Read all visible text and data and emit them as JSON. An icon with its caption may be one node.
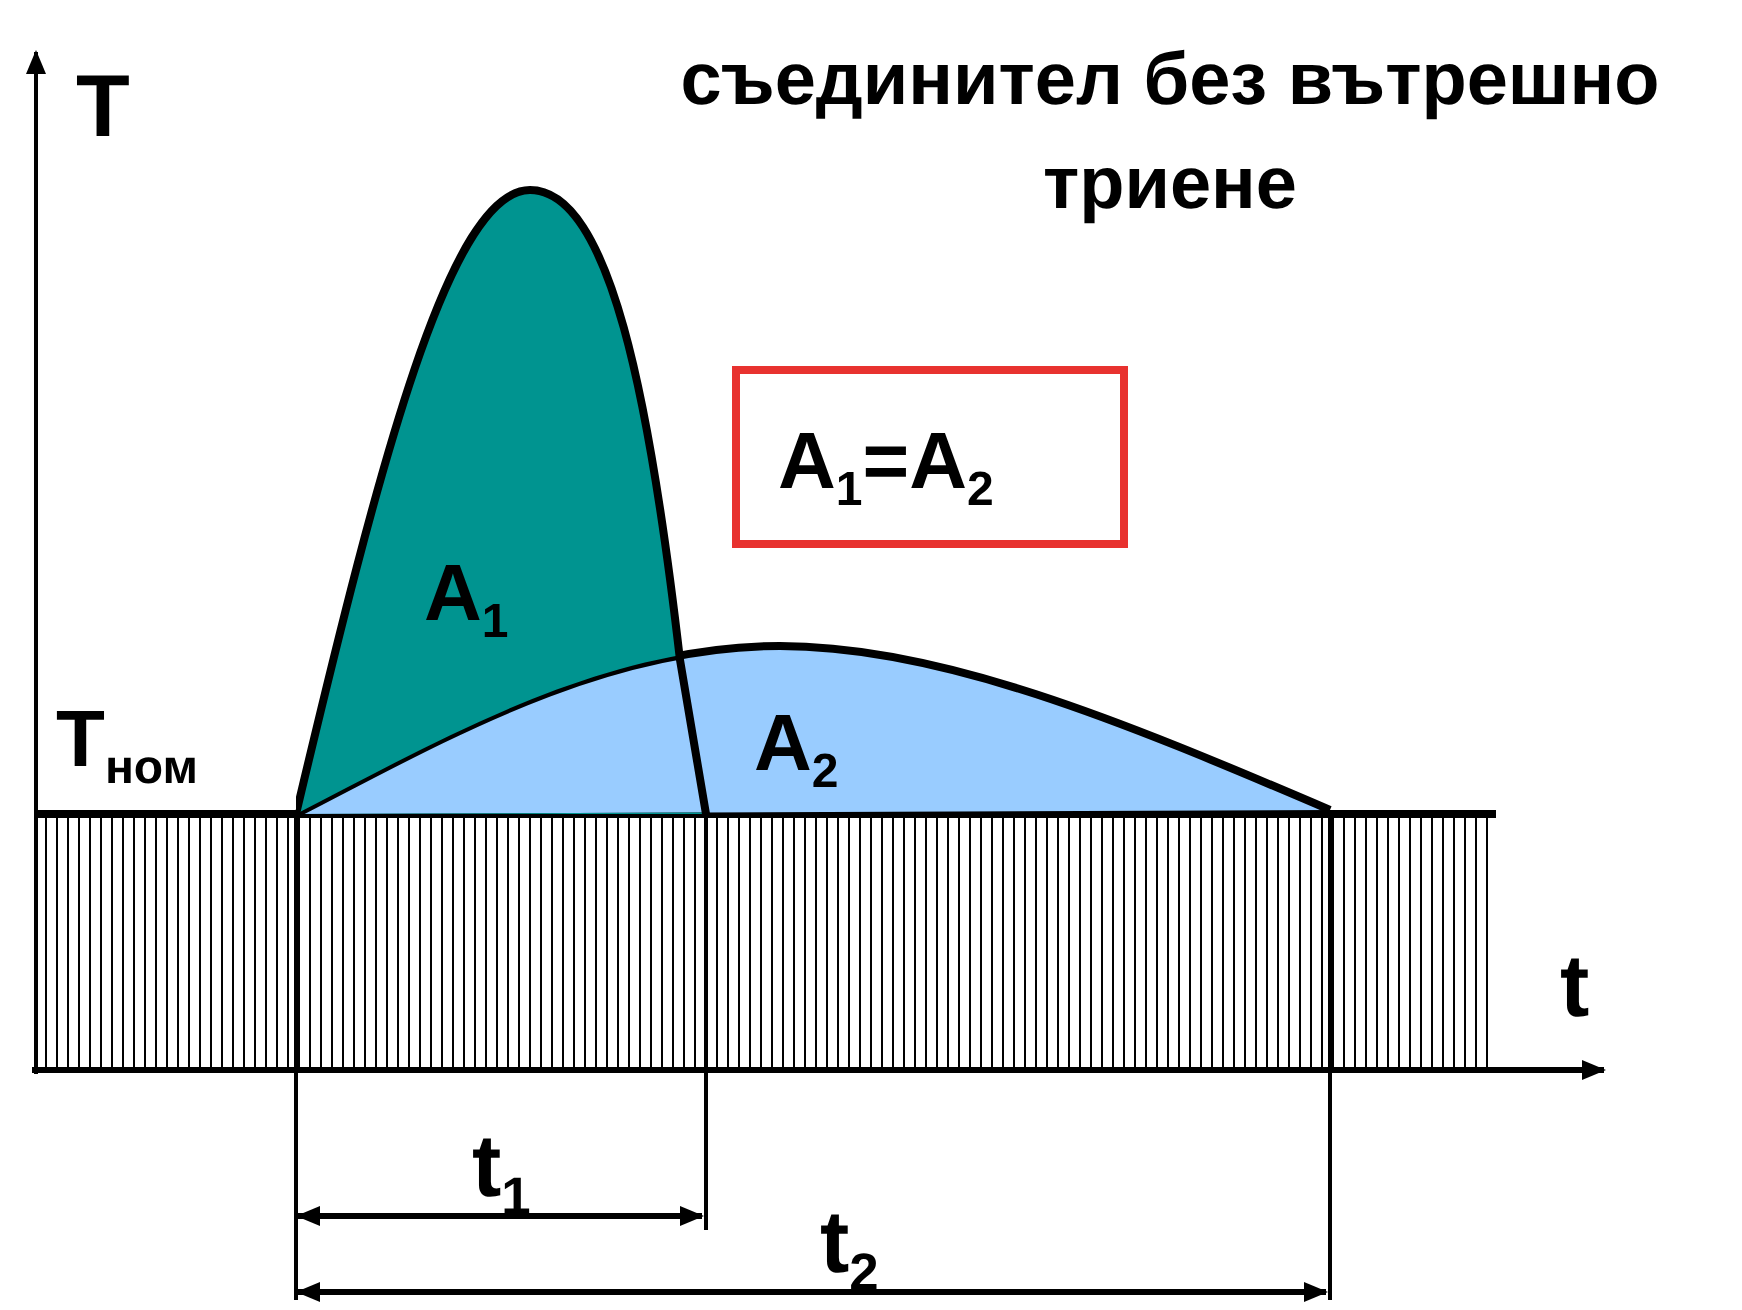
{
  "diagram": {
    "title": "съединител без вътрешно триене",
    "nodes": [
      {
        "text": [
          "A$_{1}$"
        ]
      },
      {
        "text": [
          "A$_{2}$"
        ]
      },
      {
        "text": [
          "A$_{1}$=A$_{2}$"
        ]
      }
    ],
    "labels": [
      "T",
      "T$_{ном}$",
      "t",
      "t$_{1}$",
      "t$_{2}$"
    ]
  }
}
